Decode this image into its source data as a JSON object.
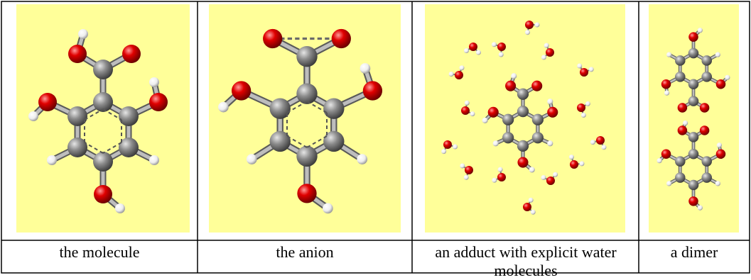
{
  "captions": {
    "molecule": "the molecule",
    "anion": "the anion",
    "adduct": "an adduct with explicit water molecules",
    "dimer": "a dimer"
  },
  "colors": {
    "panel_bg": "#ffff99",
    "carbon": "#8c8c8c",
    "oxygen": "#e00000",
    "hydrogen": "#f4f4f4",
    "border": "#000000"
  },
  "icons": [
    "ball-and-stick-molecule-icon",
    "anion-molecule-icon",
    "water-adduct-icon",
    "dimer-icon"
  ]
}
